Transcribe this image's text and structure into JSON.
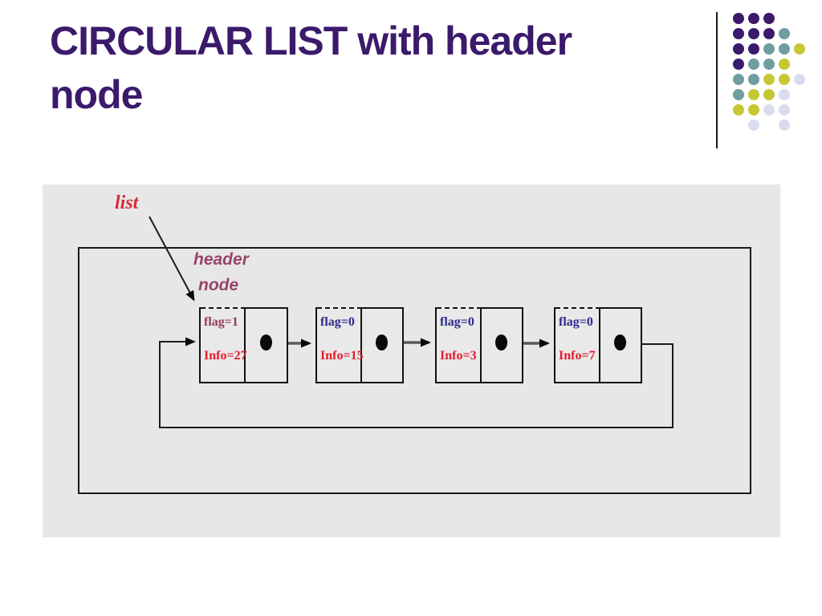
{
  "slide": {
    "title_line1": "CIRCULAR LIST with header",
    "title_line2": "node",
    "title_color": "#3b1a6b"
  },
  "decoration": {
    "grid": [
      [
        "P",
        "P",
        "P",
        "",
        ""
      ],
      [
        "P",
        "P",
        "P",
        "T",
        ""
      ],
      [
        "P",
        "P",
        "T",
        "T",
        "Y"
      ],
      [
        "P",
        "T",
        "T",
        "Y",
        ""
      ],
      [
        "T",
        "T",
        "Y",
        "Y",
        "L"
      ],
      [
        "T",
        "Y",
        "Y",
        "L",
        ""
      ],
      [
        "Y",
        "Y",
        "L",
        "L",
        ""
      ],
      [
        "",
        "L",
        "",
        "L",
        ""
      ]
    ],
    "colors": {
      "P": "#3b1a6b",
      "T": "#6f9da0",
      "Y": "#c5c832",
      "L": "#d9dcee"
    }
  },
  "diagram": {
    "pointer_label": "list",
    "header_label_line1": "header",
    "header_label_line2": "node",
    "line_color": "#1c1c1c",
    "arrow_shaft_color": "#5a5a5a",
    "nodes": [
      {
        "flag": "flag=1",
        "info": "Info=27",
        "flag_color": "#993a5e",
        "info_color": "#e31b2c"
      },
      {
        "flag": "flag=0",
        "info": "Info=15",
        "flag_color": "#2a2a8e",
        "info_color": "#e31b2c"
      },
      {
        "flag": "flag=0",
        "info": "Info=3",
        "flag_color": "#2a2a8e",
        "info_color": "#e31b2c"
      },
      {
        "flag": "flag=0",
        "info": "Info=7",
        "flag_color": "#2a2a8e",
        "info_color": "#e31b2c"
      }
    ]
  }
}
